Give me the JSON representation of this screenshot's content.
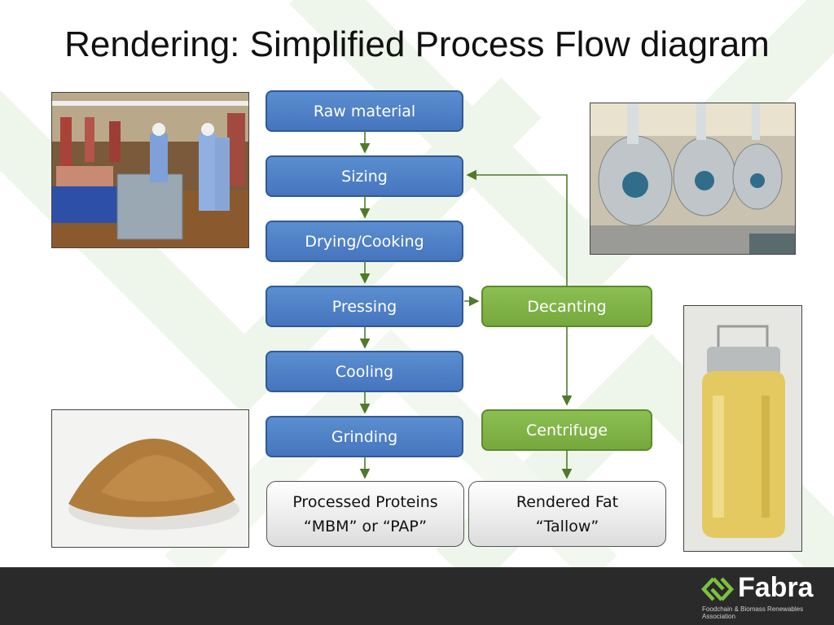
{
  "slide": {
    "title": "Rendering: Simplified Process Flow diagram"
  },
  "flow": {
    "steps": [
      "Raw material",
      "Sizing",
      "Drying/Cooking",
      "Pressing",
      "Cooling",
      "Grinding"
    ],
    "side_steps": [
      "Decanting",
      "Centrifuge"
    ],
    "outputs": [
      {
        "line1": "Processed Proteins",
        "line2": "“MBM” or “PAP”"
      },
      {
        "line1": "Rendered Fat",
        "line2": "“Tallow”"
      }
    ]
  },
  "photos": [
    {
      "name": "slaughterhouse-photo"
    },
    {
      "name": "rendering-machinery-photo"
    },
    {
      "name": "meat-bone-meal-powder-photo"
    },
    {
      "name": "tallow-jar-photo"
    }
  ],
  "footer": {
    "logo_text": "Fabra",
    "logo_subtitle": "Foodchain & Biomass Renewables Association"
  },
  "colors": {
    "process_blue": "#4f81c4",
    "side_green": "#7fb347",
    "arrow_green": "#4e7a2a",
    "footer_bg": "#2a2a2a",
    "logo_green": "#7cc142"
  }
}
